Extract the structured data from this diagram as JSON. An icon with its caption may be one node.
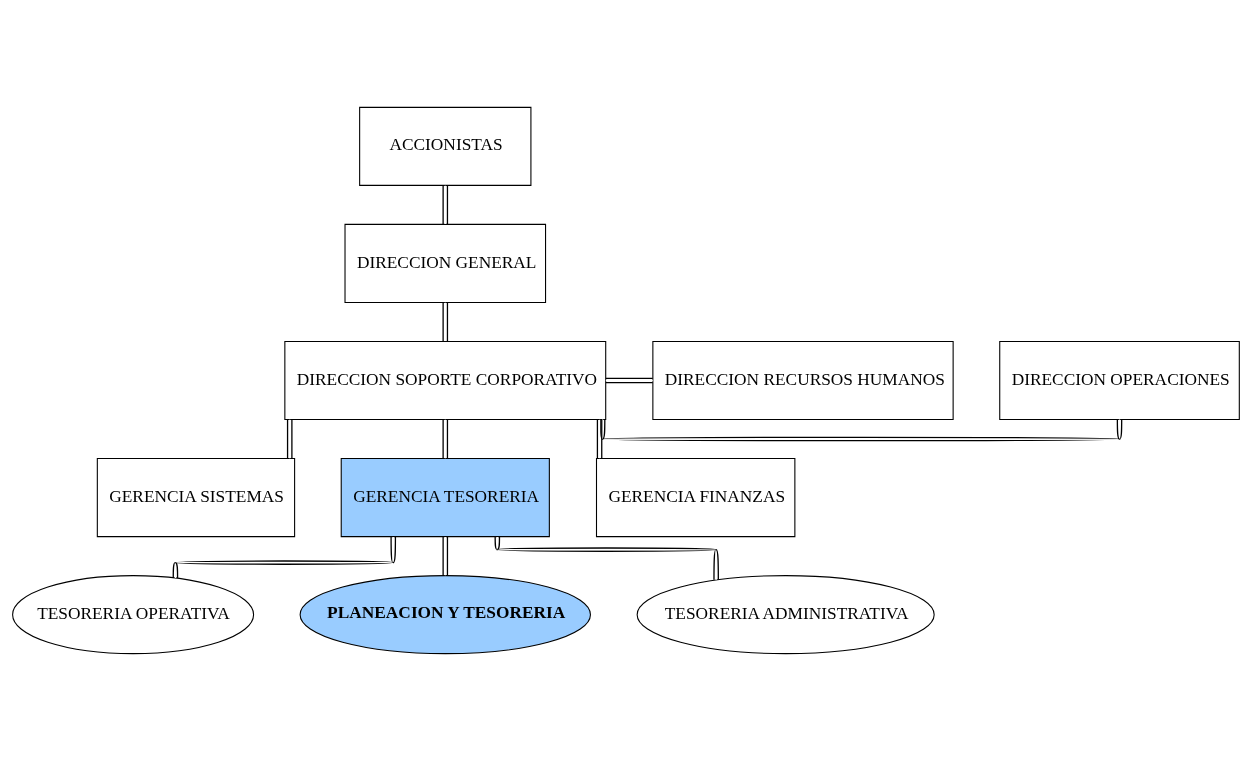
{
  "diagram": {
    "nodes": [
      {
        "text": [
          "ACCIONISTAS"
        ]
      },
      {
        "text": [
          "DIRECCION GENERAL"
        ]
      },
      {
        "text": [
          "DIRECCION OPERACIONES"
        ]
      },
      {
        "text": [
          "DIRECCION SOPORTE CORPORATIVO"
        ]
      },
      {
        "text": [
          "DIRECCION RECURSOS HUMANOS"
        ]
      },
      {
        "text": [
          "GERENCIA SISTEMAS"
        ]
      },
      {
        "text": [
          "GERENCIA TESORERIA"
        ]
      },
      {
        "text": [
          "GERENCIA FINANZAS"
        ]
      },
      {
        "text": [
          "TESORERIA OPERATIVA"
        ]
      },
      {
        "text": [
          "PLANEACION Y TESORERIA"
        ]
      },
      {
        "text": [
          "TESORERIA ADMINISTRATIVA"
        ]
      }
    ],
    "edges": [
      {
        "from": 0,
        "to": 1,
        "arrow": "none"
      },
      {
        "from": 1,
        "to": 3,
        "arrow": "none"
      },
      {
        "from": 3,
        "to": 2,
        "arrow": "none"
      },
      {
        "from": 3,
        "to": 4,
        "arrow": "none"
      },
      {
        "from": 3,
        "to": 5,
        "arrow": "none"
      },
      {
        "from": 3,
        "to": 6,
        "arrow": "none"
      },
      {
        "from": 3,
        "to": 7,
        "arrow": "none"
      },
      {
        "from": 6,
        "to": 8,
        "arrow": "none"
      },
      {
        "from": 6,
        "to": 9,
        "arrow": "none"
      },
      {
        "from": 6,
        "to": 10,
        "arrow": "none"
      }
    ]
  }
}
